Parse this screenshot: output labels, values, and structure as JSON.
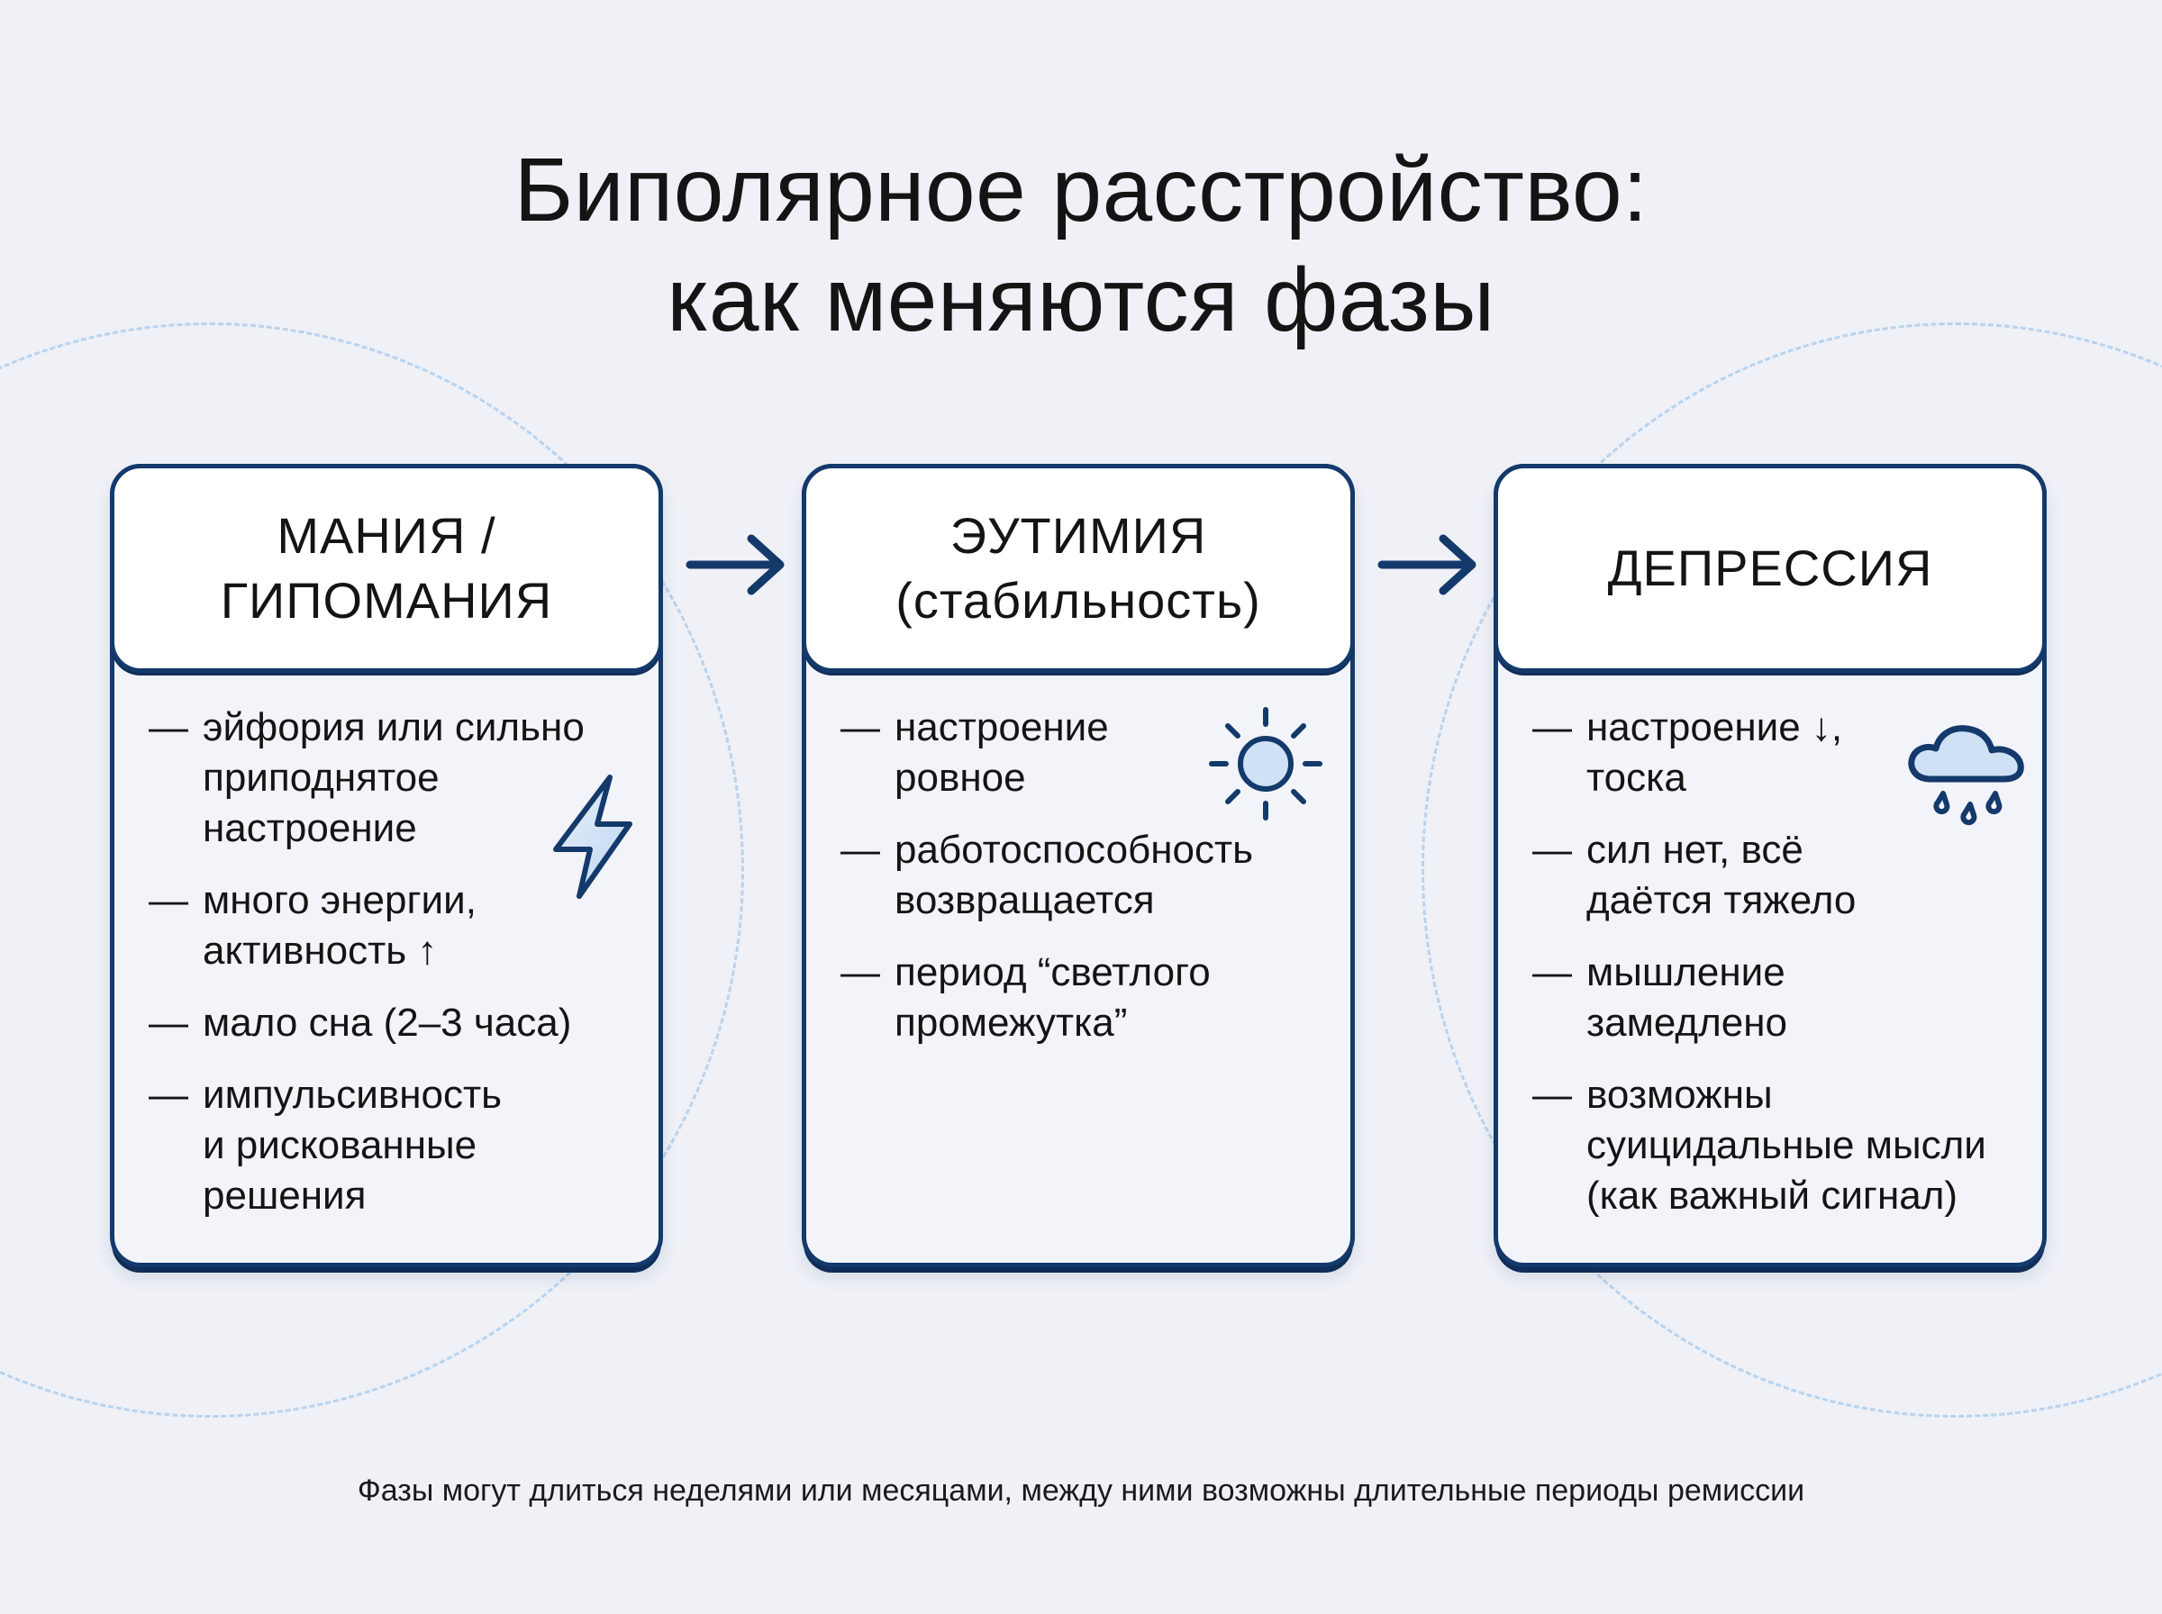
{
  "title": {
    "line1": "Биполярное расстройство:",
    "line2": "как меняются фазы"
  },
  "phases": [
    {
      "id": "mania",
      "title_lines": [
        "МАНИЯ /",
        "ГИПОМАНИЯ"
      ],
      "icon": "lightning-bolt-icon",
      "items": [
        {
          "dash": "—",
          "text": "эйфория или сильно\nприподнятое\nнастроение"
        },
        {
          "dash": "—",
          "text": "много энергии,\nактивность ↑"
        },
        {
          "dash": "—",
          "text": "мало сна (2–3 часа)"
        },
        {
          "dash": "—",
          "text": "импульсивность\nи рискованные\nрешения"
        }
      ]
    },
    {
      "id": "euthymia",
      "title_lines": [
        "ЭУТИМИЯ",
        "(стабильность)"
      ],
      "icon": "sun-icon",
      "items": [
        {
          "dash": "—",
          "text": "настроение\nровное"
        },
        {
          "dash": "—",
          "text": "работоспособность\nвозвращается"
        },
        {
          "dash": "—",
          "text": "период “светлого\nпромежутка”"
        }
      ]
    },
    {
      "id": "depression",
      "title_lines": [
        "ДЕПРЕССИЯ"
      ],
      "icon": "rain-cloud-icon",
      "items": [
        {
          "dash": "—",
          "text": "настроение ↓,\nтоска"
        },
        {
          "dash": "—",
          "text": "сил нет, всё\nдаётся тяжело"
        },
        {
          "dash": "—",
          "text": "мышление\nзамедлено"
        },
        {
          "dash": "—",
          "text": "возможны\nсуицидальные мысли\n(как важный сигнал)"
        }
      ]
    }
  ],
  "arrows": [
    "arrow-right-icon",
    "arrow-right-icon"
  ],
  "footer": "Фазы могут длиться неделями или месяцами, между ними возможны длительные периоды ремиссии",
  "colors": {
    "background": "#eff1f7",
    "border": "#14396b",
    "icon_fill": "#cfe1f5",
    "dashed_circle": "#b9d3ee",
    "text": "#141414"
  }
}
